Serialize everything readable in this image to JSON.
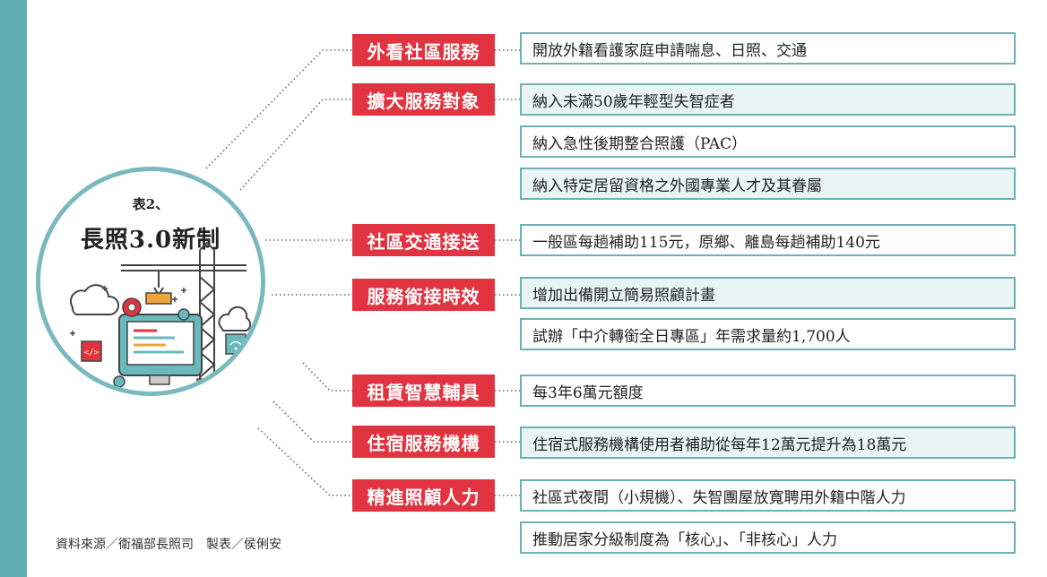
{
  "center": {
    "subtitle": "表2、",
    "title": "長照3.0新制"
  },
  "categories": [
    {
      "label": "外看社區服務",
      "items": [
        "開放外籍看護家庭申請喘息、日照、交通"
      ]
    },
    {
      "label": "擴大服務對象",
      "items": [
        "納入未滿50歲年輕型失智症者",
        "納入急性後期整合照護（PAC）",
        "納入特定居留資格之外國專業人才及其眷屬"
      ]
    },
    {
      "label": "社區交通接送",
      "items": [
        "一般區每趟補助115元，原鄉、離島每趟補助140元"
      ]
    },
    {
      "label": "服務銜接時效",
      "items": [
        "增加出備開立簡易照顧計畫",
        "試辦「中介轉銜全日專區」年需求量約1,700人"
      ]
    },
    {
      "label": "租賃智慧輔具",
      "items": [
        "每3年6萬元額度"
      ]
    },
    {
      "label": "住宿服務機構",
      "items": [
        "住宿式服務機構使用者補助從每年12萬元提升為18萬元"
      ]
    },
    {
      "label": "精進照顧人力",
      "items": [
        "社區式夜間（小規機）、失智團屋放寬聘用外籍中階人力",
        "推動居家分級制度為「核心」、「非核心」人力"
      ]
    }
  ],
  "source": "資料來源／衛福部長照司　製表／侯俐安",
  "colors": {
    "accent_red": "#e23440",
    "teal": "#6cb1b5",
    "stripe": "#5fadb0",
    "box_fill": "#e9f4f4"
  },
  "icons": [
    "cloud-icon",
    "gear-icon",
    "code-icon",
    "wifi-icon",
    "monitor-icon",
    "crane-icon"
  ]
}
